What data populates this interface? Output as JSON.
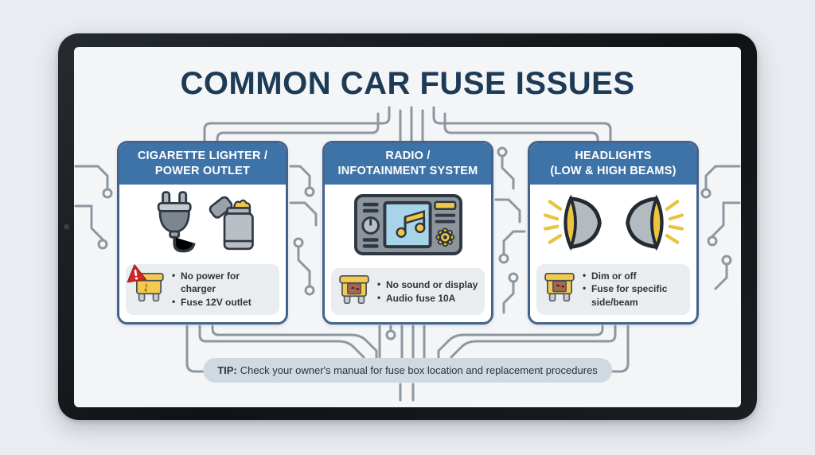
{
  "title": "COMMON CAR FUSE ISSUES",
  "colors": {
    "title_navy": "#1d3a57",
    "header_blue": "#3e73a8",
    "card_border_blue": "#44648c",
    "screen_bg": "#f3f5f7",
    "outer_bg": "#e9edf1",
    "trace_gray": "#8d97a0",
    "fuse_yellow": "#f2ca4e",
    "warning_red": "#cd2a2a",
    "accent_yellow": "#eec43d",
    "tip_bg": "#cfd9df"
  },
  "cards": [
    {
      "title_line1": "CIGARETTE LIGHTER /",
      "title_line2": "POWER OUTLET",
      "icons": [
        "plug-icon",
        "lighter-icon",
        "fuse-icon",
        "warning-icon"
      ],
      "bullets": [
        "No power for charger",
        "Fuse 12V outlet"
      ]
    },
    {
      "title_line1": "RADIO /",
      "title_line2": "INFOTAINMENT SYSTEM",
      "icons": [
        "radio-icon",
        "fuse-icon"
      ],
      "bullets": [
        "No sound or display",
        "Audio fuse 10A"
      ]
    },
    {
      "title_line1": "HEADLIGHTS",
      "title_line2": "(LOW & HIGH BEAMS)",
      "icons": [
        "headlight-left-icon",
        "headlight-right-icon",
        "fuse-icon"
      ],
      "bullets": [
        "Dim or off",
        "Fuse for specific side/beam"
      ]
    }
  ],
  "tip": {
    "label": "TIP:",
    "text": "Check your owner's manual for fuse box location and replacement procedures"
  }
}
